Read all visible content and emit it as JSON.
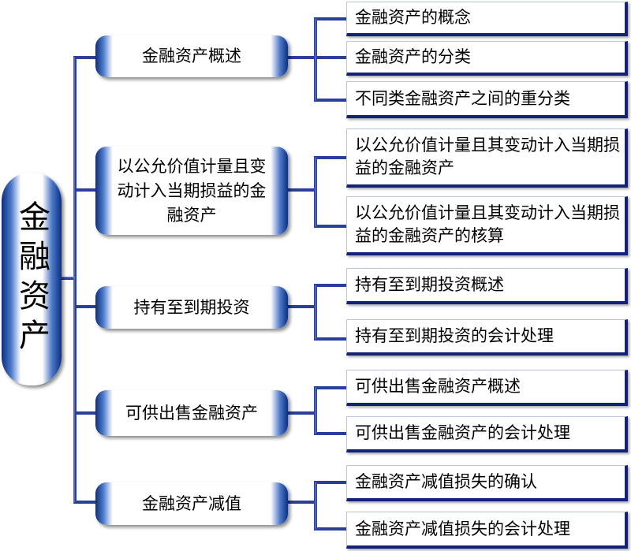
{
  "root": {
    "label": "金融资产"
  },
  "branches": [
    {
      "label": "金融资产概述",
      "children": [
        "金融资产的概念",
        "金融资产的分类",
        "不同类金融资产之间的重分类"
      ]
    },
    {
      "label": "以公允价值计量且变动计入当期损益的金融资产",
      "children": [
        "以公允价值计量且其变动计入当期损益的金融资产",
        "以公允价值计量且其变动计入当期损益的金融资产的核算"
      ]
    },
    {
      "label": "持有至到期投资",
      "children": [
        "持有至到期投资概述",
        "持有至到期投资的会计处理"
      ]
    },
    {
      "label": "可供出售金融资产",
      "children": [
        "可供出售金融资产概述",
        "可供出售金融资产的会计处理"
      ]
    },
    {
      "label": "金融资产减值",
      "children": [
        "金融资产减值损失的确认",
        "金融资产减值损失的会计处理"
      ]
    }
  ],
  "colors": {
    "connector": "#2a3f9a",
    "border_dark": "#0b2f7e",
    "border_mid": "#4c78c8",
    "leaf_edge": "#13217a"
  }
}
